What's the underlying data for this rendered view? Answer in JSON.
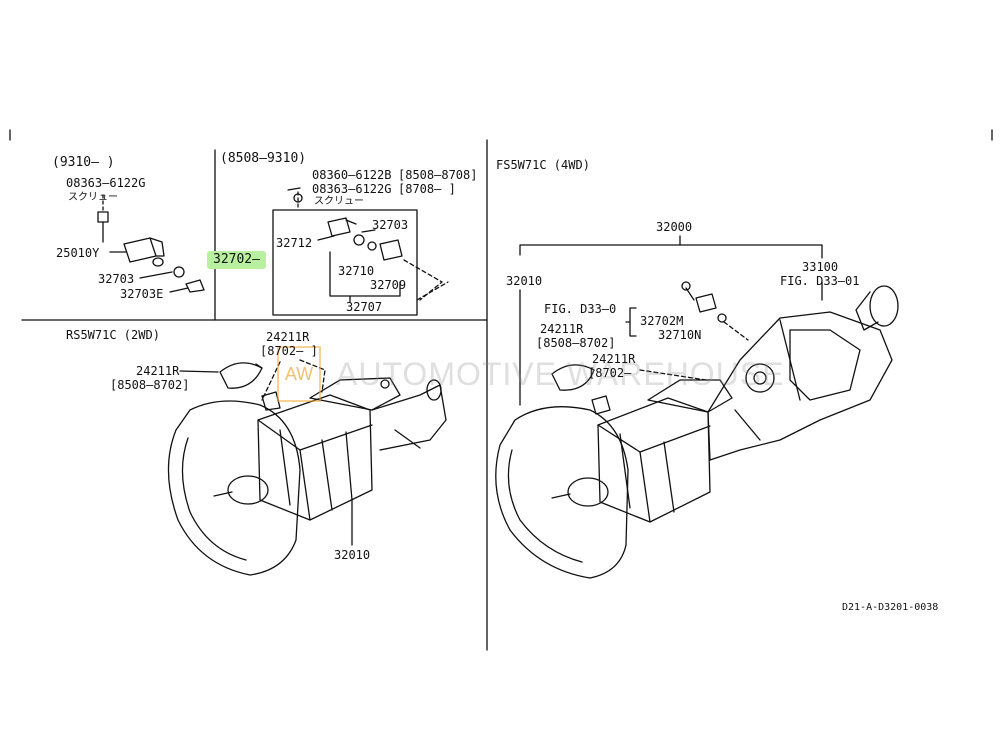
{
  "panels": {
    "top_left": {
      "range": "(9310–        )",
      "screw_part": "08363–6122G",
      "screw_jp": "スクリュー",
      "sensor_part": "25010Y",
      "p1": "32703",
      "p2": "32703E"
    },
    "top_middle": {
      "range": "(8508–9310)",
      "bolt1": "08360–6122B",
      "bolt1_range": "[8508–8708]",
      "bolt2": "08363–6122G",
      "bolt2_range": "[8708–        ]",
      "screw_jp": "スクリュー",
      "highlighted": "32702—",
      "p_a": "32703",
      "p_b": "32712",
      "p_c": "32710",
      "p_d": "32709",
      "p_e": "32707"
    },
    "bottom_left": {
      "title": "RS5W71C (2WD)",
      "seal_a": "24211R",
      "seal_a_range": "[8702–        ]",
      "seal_b": "24211R",
      "seal_b_range": "[8508–8702]",
      "trans_part": "32010"
    },
    "right": {
      "title": "FS5W71C (4WD)",
      "assembly": "32000",
      "trans_part": "32010",
      "transfer_part": "33100",
      "fig_ref_top": "FIG. D33–01",
      "fig_ref_left": "FIG. D33–0",
      "speedo_m": "32702M",
      "speedo_n": "32710N",
      "seal_a": "24211R",
      "seal_a_range": "[8508–8702]",
      "seal_b": "24211R",
      "seal_b_range": "[8702–"
    }
  },
  "watermark": {
    "logo": "AW",
    "text": "AUTOMOTIVE WAREHOUSE"
  },
  "footer": {
    "ref": "D21-A-D3201-0038"
  }
}
